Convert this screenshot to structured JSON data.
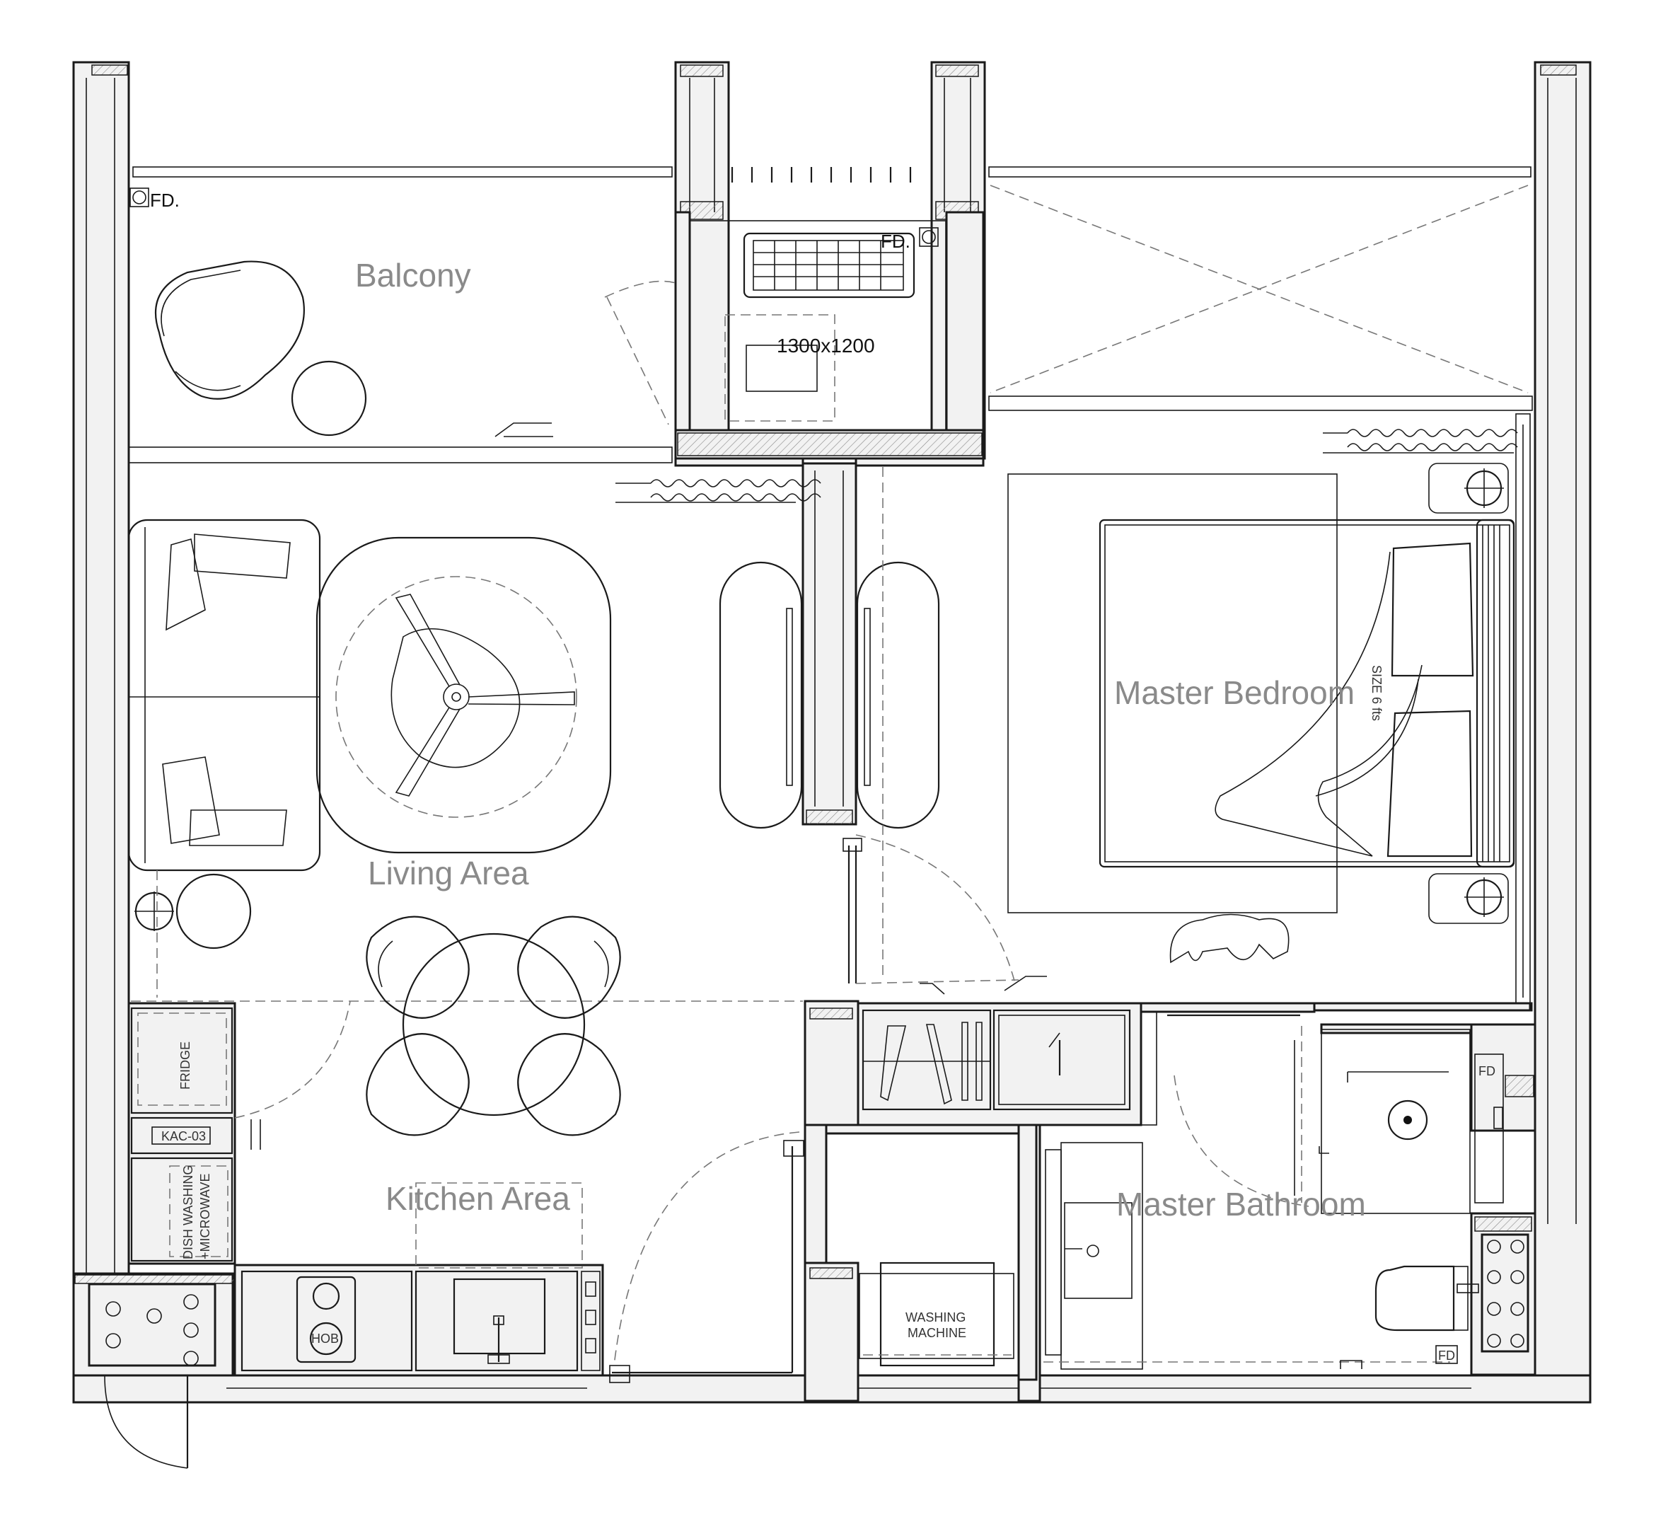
{
  "rooms": {
    "balcony": "Balcony",
    "living": "Living Area",
    "kitchen": "Kitchen Area",
    "bedroom": "Master Bedroom",
    "bathroom": "Master Bathroom"
  },
  "fixtures": {
    "fridge": "FRIDGE",
    "kac": "KAC-03",
    "dishwashing": "DISH WASHING",
    "microwave": "+MICROWAVE",
    "hob": "HOB",
    "washing_line1": "WASHING",
    "washing_line2": "MACHINE",
    "bed_size": "SIZE 6 fts",
    "ac_dimension": "1300x1200",
    "floor_drain": "FD.",
    "floor_drain_short": "FD"
  }
}
